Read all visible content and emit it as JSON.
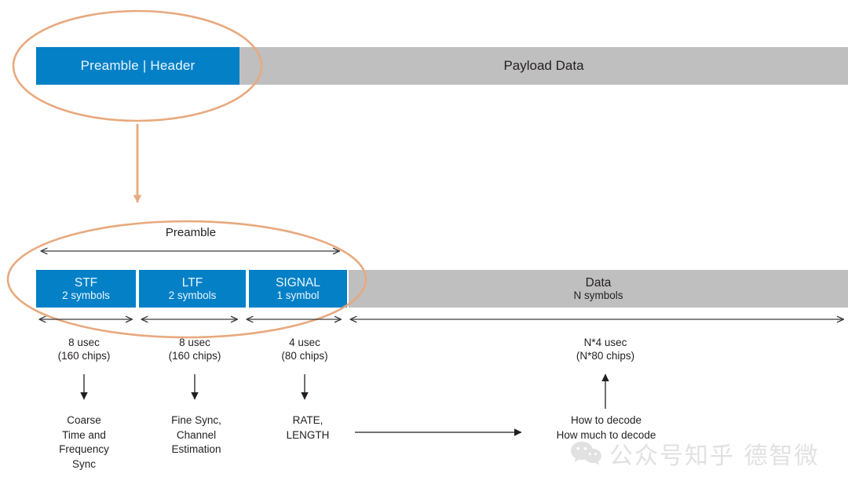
{
  "diagram": {
    "title_top_bar": {
      "preamble_header_label": "Preamble | Header",
      "payload_label": "Payload Data"
    },
    "preamble_caption": "Preamble",
    "segments": [
      {
        "key": "stf",
        "name": "STF",
        "sub": "2 symbols",
        "kind": "blue"
      },
      {
        "key": "ltf",
        "name": "LTF",
        "sub": "2 symbols",
        "kind": "blue"
      },
      {
        "key": "signal",
        "name": "SIGNAL",
        "sub": "1 symbol",
        "kind": "blue"
      },
      {
        "key": "data",
        "name": "Data",
        "sub": "N symbols",
        "kind": "gray"
      }
    ],
    "timings": [
      {
        "duration": "8 usec",
        "chips": "(160 chips)"
      },
      {
        "duration": "8 usec",
        "chips": "(160 chips)"
      },
      {
        "duration": "4 usec",
        "chips": "(80 chips)"
      },
      {
        "duration": "N*4 usec",
        "chips": "(N*80 chips)"
      }
    ],
    "descriptions": [
      {
        "lines": [
          "Coarse",
          "Time and",
          "Frequency",
          "Sync"
        ]
      },
      {
        "lines": [
          "Fine Sync,",
          "Channel",
          "Estimation"
        ]
      },
      {
        "lines": [
          "RATE,",
          "LENGTH"
        ]
      },
      {
        "lines": [
          "How to decode",
          "How much to decode"
        ]
      }
    ],
    "colors": {
      "blue": "#0480c6",
      "gray": "#bfbfbf",
      "highlight_ellipse": "#e8a97e",
      "arrow_dark": "#3a3a3a",
      "text": "#231f20",
      "blue_text": "#eaf7ff"
    }
  },
  "watermark": {
    "icon": "wechat-icon",
    "text": "公众号知乎 德智微"
  }
}
